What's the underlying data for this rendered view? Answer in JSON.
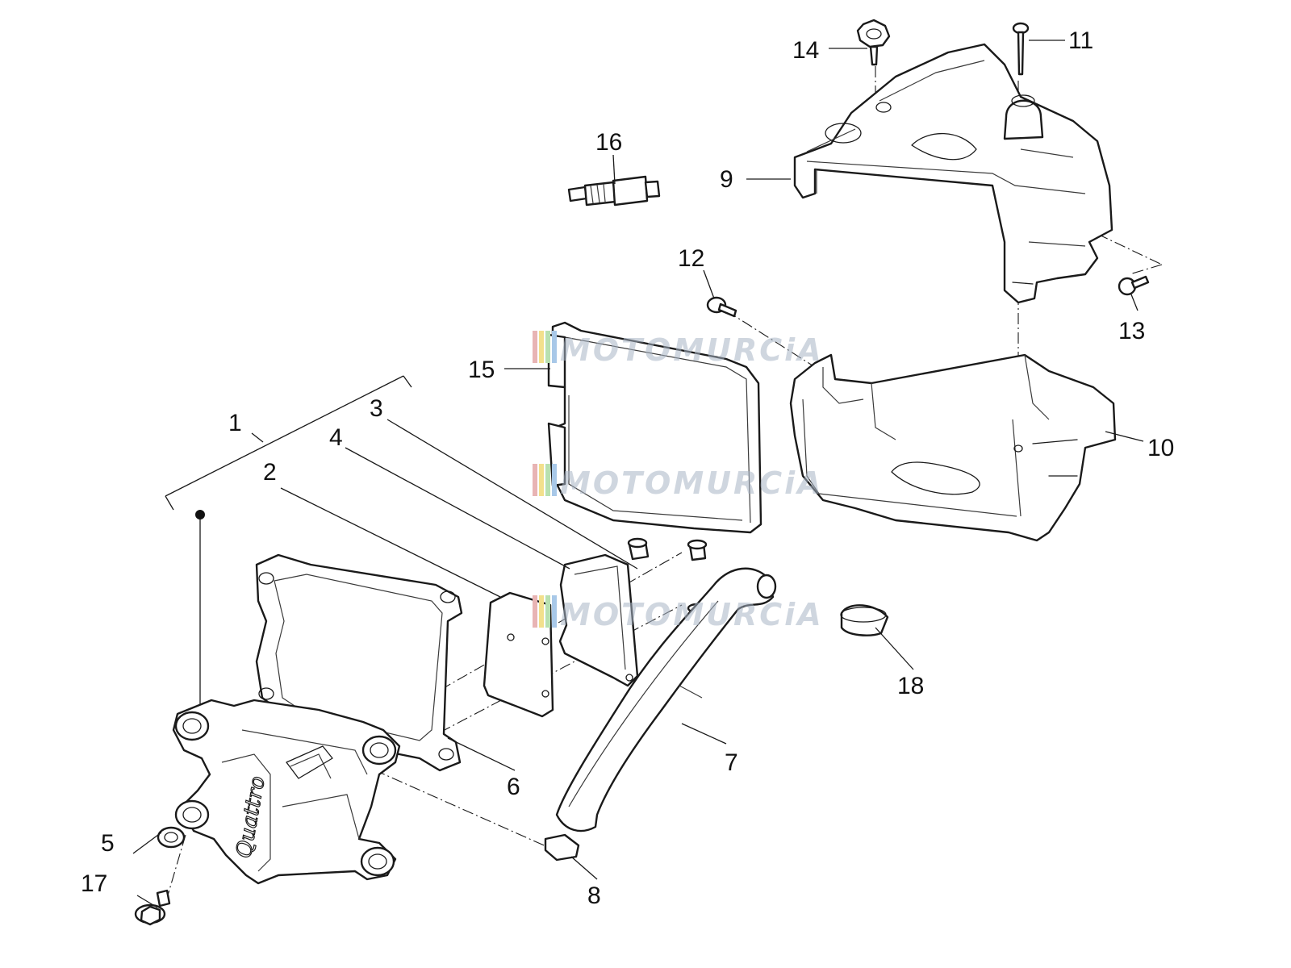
{
  "watermark": {
    "text": "MOTOMURCiA",
    "stripe_colors": [
      "#e8b4b4",
      "#f2e08c",
      "#b8e0b0",
      "#a8c8e8"
    ]
  },
  "cover_logo": "Quattro",
  "callouts": [
    "1",
    "2",
    "3",
    "4",
    "5",
    "6",
    "7",
    "8",
    "9",
    "10",
    "11",
    "12",
    "13",
    "14",
    "15",
    "16",
    "17",
    "18"
  ]
}
